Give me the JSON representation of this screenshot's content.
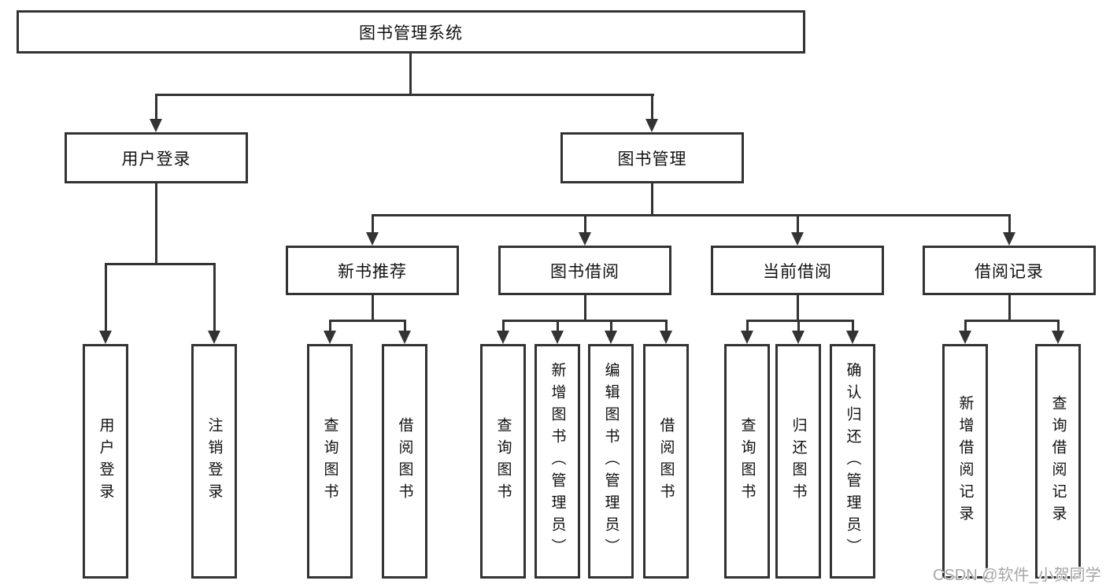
{
  "diagram": {
    "root": {
      "label": "图书管理系统",
      "children": [
        {
          "label": "用户登录",
          "children": [
            {
              "label": "用户登录"
            },
            {
              "label": "注销登录"
            }
          ]
        },
        {
          "label": "图书管理",
          "children": [
            {
              "label": "新书推荐",
              "children": [
                {
                  "label": "查询图书"
                },
                {
                  "label": "借阅图书"
                }
              ]
            },
            {
              "label": "图书借阅",
              "children": [
                {
                  "label": "查询图书"
                },
                {
                  "label": "新增图书（管理员）"
                },
                {
                  "label": "编辑图书（管理员）"
                },
                {
                  "label": "借阅图书"
                }
              ]
            },
            {
              "label": "当前借阅",
              "children": [
                {
                  "label": "查询图书"
                },
                {
                  "label": "归还图书"
                },
                {
                  "label": "确认归还（管理员）"
                }
              ]
            },
            {
              "label": "借阅记录",
              "children": [
                {
                  "label": "新增借阅记录"
                },
                {
                  "label": "查询借阅记录"
                }
              ]
            }
          ]
        }
      ]
    }
  },
  "watermark": {
    "text": "CSDN @软件_小贺同学"
  },
  "colors": {
    "line": "#333333",
    "text": "#111111",
    "watermark": "#a6a6a6",
    "background": "#ffffff"
  }
}
